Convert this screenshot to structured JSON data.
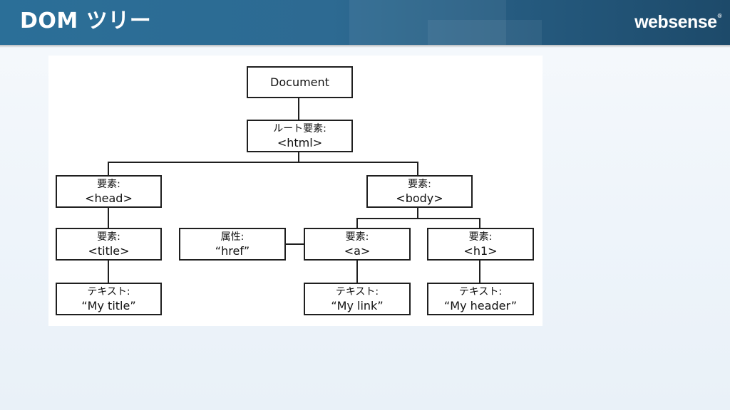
{
  "header": {
    "title": "DOM ツリー",
    "logo_text": "websense",
    "logo_mark": "®"
  },
  "diagram": {
    "document": {
      "text": "Document"
    },
    "root": {
      "line1": "ルート要素:",
      "line2": "<html>"
    },
    "head": {
      "line1": "要素:",
      "line2": "<head>"
    },
    "body": {
      "line1": "要素:",
      "line2": "<body>"
    },
    "title_el": {
      "line1": "要素:",
      "line2": "<title>"
    },
    "attr_href": {
      "line1": "属性:",
      "line2": "“href”"
    },
    "a_el": {
      "line1": "要素:",
      "line2": "<a>"
    },
    "h1_el": {
      "line1": "要素:",
      "line2": "<h1>"
    },
    "text_title": {
      "line1": "テキスト:",
      "line2": "“My title”"
    },
    "text_link": {
      "line1": "テキスト:",
      "line2": "“My link”"
    },
    "text_header": {
      "line1": "テキスト:",
      "line2": "“My header”"
    }
  },
  "colors": {
    "header_bg": "#2b6f98",
    "box_border": "#1f1f1f",
    "page_bg": "#eef4fa"
  }
}
